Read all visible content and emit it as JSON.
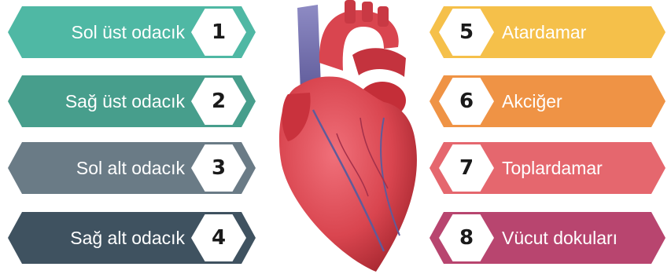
{
  "left_items": [
    {
      "number": "1",
      "label": "Sol üst odacık",
      "color": "#4FB8A4"
    },
    {
      "number": "2",
      "label": "Sağ üst odacık",
      "color": "#479E8C"
    },
    {
      "number": "3",
      "label": "Sol alt odacık",
      "color": "#6A7B86"
    },
    {
      "number": "4",
      "label": "Sağ alt odacık",
      "color": "#3F5260"
    }
  ],
  "right_items": [
    {
      "number": "5",
      "label": "Atardamar",
      "color": "#F5C04A"
    },
    {
      "number": "6",
      "label": "Akciğer",
      "color": "#EF9345"
    },
    {
      "number": "7",
      "label": "Toplardamar",
      "color": "#E5676E"
    },
    {
      "number": "8",
      "label": "Vücut dokuları",
      "color": "#B8456F"
    }
  ],
  "illustration": {
    "icon": "heart-icon"
  }
}
